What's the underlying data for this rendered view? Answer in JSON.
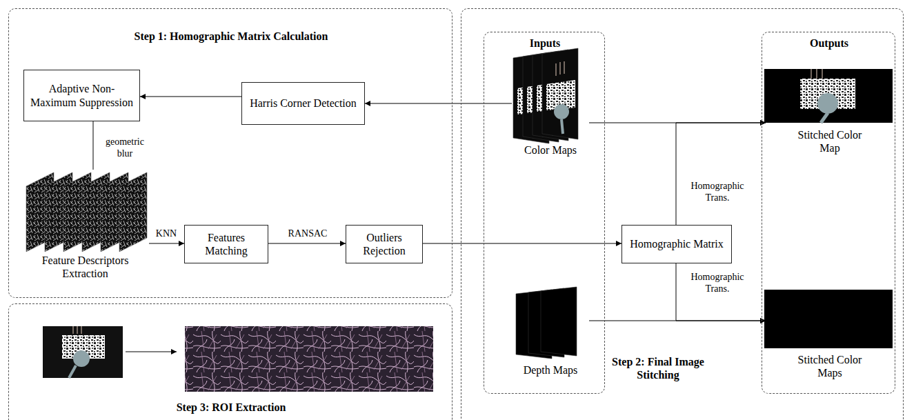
{
  "diagram": {
    "nodes": [
      {
        "text": [
          "Step 1: Homographic Matrix Calculation"
        ]
      },
      {
        "text": [
          "Adaptive Non-Maximum Suppression"
        ],
        "in": 0
      },
      {
        "text": [
          "Harris Corner Detection"
        ],
        "in": 0
      },
      {
        "text": [
          "Feature Descriptors Extraction"
        ],
        "in": 0
      },
      {
        "text": [
          "Features Matching"
        ],
        "in": 0
      },
      {
        "text": [
          "Outliers Rejection"
        ],
        "in": 0
      },
      {
        "text": [
          "Step 2: Final Image Stitching"
        ]
      },
      {
        "text": [
          "Inputs"
        ],
        "in": 6
      },
      {
        "text": [
          "Color Maps"
        ],
        "in": 7
      },
      {
        "text": [
          "Depth Maps"
        ],
        "in": 7
      },
      {
        "text": [
          "Homographic Matrix"
        ],
        "in": 6
      },
      {
        "text": [
          "Outputs"
        ],
        "in": 6
      },
      {
        "text": [
          "Stitched Color Map"
        ],
        "in": 11
      },
      {
        "text": [
          "Stitched Color Maps"
        ],
        "in": 11
      },
      {
        "text": [
          "Step 3: ROI Extraction"
        ]
      }
    ],
    "edges": [
      {
        "from": 8,
        "to": 2,
        "arrow": "to"
      },
      {
        "from": 2,
        "to": 1,
        "arrow": "to"
      },
      {
        "from": 1,
        "to": 3,
        "label": "geometric blur",
        "arrow": "none"
      },
      {
        "from": 3,
        "to": 4,
        "label": "KNN",
        "arrow": "to"
      },
      {
        "from": 4,
        "to": 5,
        "label": "RANSAC",
        "arrow": "to"
      },
      {
        "from": 5,
        "to": 10,
        "arrow": "to"
      },
      {
        "from": 8,
        "to": 12,
        "arrow": "to"
      },
      {
        "from": 10,
        "to": 12,
        "label": "Homographic Trans.",
        "arrow": "to"
      },
      {
        "from": 9,
        "to": 13,
        "arrow": "to"
      },
      {
        "from": 10,
        "to": 13,
        "label": "Homographic Trans.",
        "arrow": "to"
      }
    ]
  }
}
